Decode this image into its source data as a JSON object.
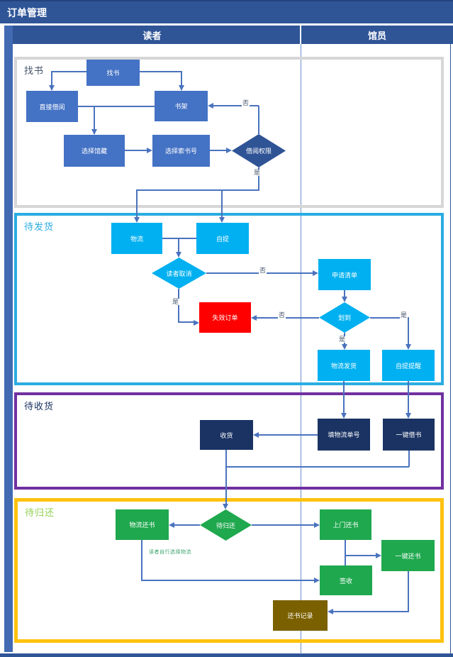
{
  "title": "订单管理",
  "lanes": [
    {
      "id": "reader",
      "label": "读者"
    },
    {
      "id": "librarian",
      "label": "馆员"
    }
  ],
  "phases": [
    {
      "id": "find",
      "label": "找书"
    },
    {
      "id": "ship",
      "label": "待发货"
    },
    {
      "id": "receive",
      "label": "待收货"
    },
    {
      "id": "return",
      "label": "待归还"
    }
  ],
  "nodes": [
    {
      "id": "find-book",
      "label": "找书",
      "shape": "rect",
      "fill": "node_blue"
    },
    {
      "id": "direct-borrow",
      "label": "直接借阅",
      "shape": "rect",
      "fill": "node_blue"
    },
    {
      "id": "bookshelf",
      "label": "书架",
      "shape": "rect",
      "fill": "node_blue"
    },
    {
      "id": "select-collection",
      "label": "选择馆藏",
      "shape": "rect",
      "fill": "node_blue"
    },
    {
      "id": "select-call-number",
      "label": "选择索书号",
      "shape": "rect",
      "fill": "node_blue"
    },
    {
      "id": "borrow-permission",
      "label": "借阅权限",
      "shape": "diamond",
      "fill": "decision_blue"
    },
    {
      "id": "logistics",
      "label": "物流",
      "shape": "rect",
      "fill": "cyan"
    },
    {
      "id": "self-pickup",
      "label": "自提",
      "shape": "rect",
      "fill": "cyan"
    },
    {
      "id": "reader-cancel",
      "label": "读者取消",
      "shape": "diamond",
      "fill": "cyan"
    },
    {
      "id": "invalid-order",
      "label": "失效订单",
      "shape": "rect",
      "fill": "red"
    },
    {
      "id": "request-list",
      "label": "申请清单",
      "shape": "rect",
      "fill": "cyan"
    },
    {
      "id": "assigned",
      "label": "划到",
      "shape": "diamond",
      "fill": "cyan"
    },
    {
      "id": "logistics-ship",
      "label": "物流发货",
      "shape": "rect",
      "fill": "cyan"
    },
    {
      "id": "pickup-reminder",
      "label": "自提提醒",
      "shape": "rect",
      "fill": "cyan"
    },
    {
      "id": "receive-goods",
      "label": "收货",
      "shape": "rect",
      "fill": "navy"
    },
    {
      "id": "fill-tracking-number",
      "label": "填物流单号",
      "shape": "rect",
      "fill": "navy"
    },
    {
      "id": "one-click-borrow",
      "label": "一键借书",
      "shape": "rect",
      "fill": "navy"
    },
    {
      "id": "logistics-return",
      "label": "物流还书",
      "shape": "rect",
      "fill": "green"
    },
    {
      "id": "pending-return",
      "label": "待归还",
      "shape": "diamond",
      "fill": "green"
    },
    {
      "id": "door-return",
      "label": "上门还书",
      "shape": "rect",
      "fill": "green"
    },
    {
      "id": "one-click-return",
      "label": "一键还书",
      "shape": "rect",
      "fill": "green"
    },
    {
      "id": "sign-off",
      "label": "签收",
      "shape": "rect",
      "fill": "green"
    },
    {
      "id": "return-record",
      "label": "还书记录",
      "shape": "rect",
      "fill": "olive"
    }
  ],
  "edge_labels": [
    {
      "id": "no-permission",
      "text": "否"
    },
    {
      "id": "yes-permission",
      "text": "是"
    },
    {
      "id": "no-cancel",
      "text": "否"
    },
    {
      "id": "yes-cancel",
      "text": "是"
    },
    {
      "id": "no-assigned",
      "text": "否"
    },
    {
      "id": "yes-assigned-down",
      "text": "是"
    },
    {
      "id": "yes-assigned-right",
      "text": "是"
    }
  ],
  "note": {
    "text": "读者自行选择物流"
  },
  "colors": {
    "header_blue": "#2F5597",
    "node_blue": "#4472C4",
    "decision_blue": "#2F5496",
    "cyan": "#00B0F0",
    "cyan_border": "#2AACE2",
    "red": "#FF0000",
    "navy": "#1A3363",
    "green": "#1FA84E",
    "olive": "#7B6000",
    "yellow_border": "#FFC20E",
    "purple_border": "#7030A0",
    "gray_border": "#D6D6D6",
    "line_blue": "#4A73BE",
    "light_green": "#92D050",
    "note_green": "#3BA36B",
    "label_slate": "#44546A"
  }
}
